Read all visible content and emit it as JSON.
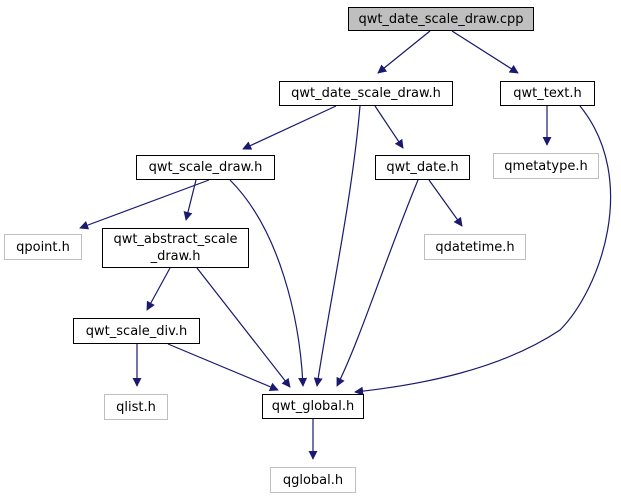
{
  "colors": {
    "edge": "#191970",
    "node_border": "#000000",
    "external_border": "#bfbfbf",
    "root_fill": "#bfbfbf"
  },
  "nodes": [
    {
      "id": "qwt_date_scale_draw_cpp",
      "lines": [
        "qwt_date_scale_draw.cpp"
      ],
      "kind": "root"
    },
    {
      "id": "qwt_date_scale_draw_h",
      "lines": [
        "qwt_date_scale_draw.h"
      ],
      "kind": "header"
    },
    {
      "id": "qwt_text_h",
      "lines": [
        "qwt_text.h"
      ],
      "kind": "header"
    },
    {
      "id": "qwt_scale_draw_h",
      "lines": [
        "qwt_scale_draw.h"
      ],
      "kind": "header"
    },
    {
      "id": "qwt_date_h",
      "lines": [
        "qwt_date.h"
      ],
      "kind": "header"
    },
    {
      "id": "qmetatype_h",
      "lines": [
        "qmetatype.h"
      ],
      "kind": "external"
    },
    {
      "id": "qpoint_h",
      "lines": [
        "qpoint.h"
      ],
      "kind": "external"
    },
    {
      "id": "qwt_abstract_scale_draw_h",
      "lines": [
        "qwt_abstract_scale",
        "_draw.h"
      ],
      "kind": "header"
    },
    {
      "id": "qdatetime_h",
      "lines": [
        "qdatetime.h"
      ],
      "kind": "external"
    },
    {
      "id": "qwt_scale_div_h",
      "lines": [
        "qwt_scale_div.h"
      ],
      "kind": "header"
    },
    {
      "id": "qlist_h",
      "lines": [
        "qlist.h"
      ],
      "kind": "external"
    },
    {
      "id": "qwt_global_h",
      "lines": [
        "qwt_global.h"
      ],
      "kind": "header"
    },
    {
      "id": "qglobal_h",
      "lines": [
        "qglobal.h"
      ],
      "kind": "external"
    }
  ],
  "edges": [
    [
      "qwt_date_scale_draw_cpp",
      "qwt_date_scale_draw_h"
    ],
    [
      "qwt_date_scale_draw_cpp",
      "qwt_text_h"
    ],
    [
      "qwt_date_scale_draw_h",
      "qwt_scale_draw_h"
    ],
    [
      "qwt_date_scale_draw_h",
      "qwt_date_h"
    ],
    [
      "qwt_date_scale_draw_h",
      "qwt_global_h"
    ],
    [
      "qwt_text_h",
      "qmetatype_h"
    ],
    [
      "qwt_text_h",
      "qwt_global_h"
    ],
    [
      "qwt_scale_draw_h",
      "qpoint_h"
    ],
    [
      "qwt_scale_draw_h",
      "qwt_abstract_scale_draw_h"
    ],
    [
      "qwt_scale_draw_h",
      "qwt_global_h"
    ],
    [
      "qwt_date_h",
      "qdatetime_h"
    ],
    [
      "qwt_date_h",
      "qwt_global_h"
    ],
    [
      "qwt_abstract_scale_draw_h",
      "qwt_scale_div_h"
    ],
    [
      "qwt_abstract_scale_draw_h",
      "qwt_global_h"
    ],
    [
      "qwt_scale_div_h",
      "qlist_h"
    ],
    [
      "qwt_scale_div_h",
      "qwt_global_h"
    ],
    [
      "qwt_global_h",
      "qglobal_h"
    ]
  ]
}
